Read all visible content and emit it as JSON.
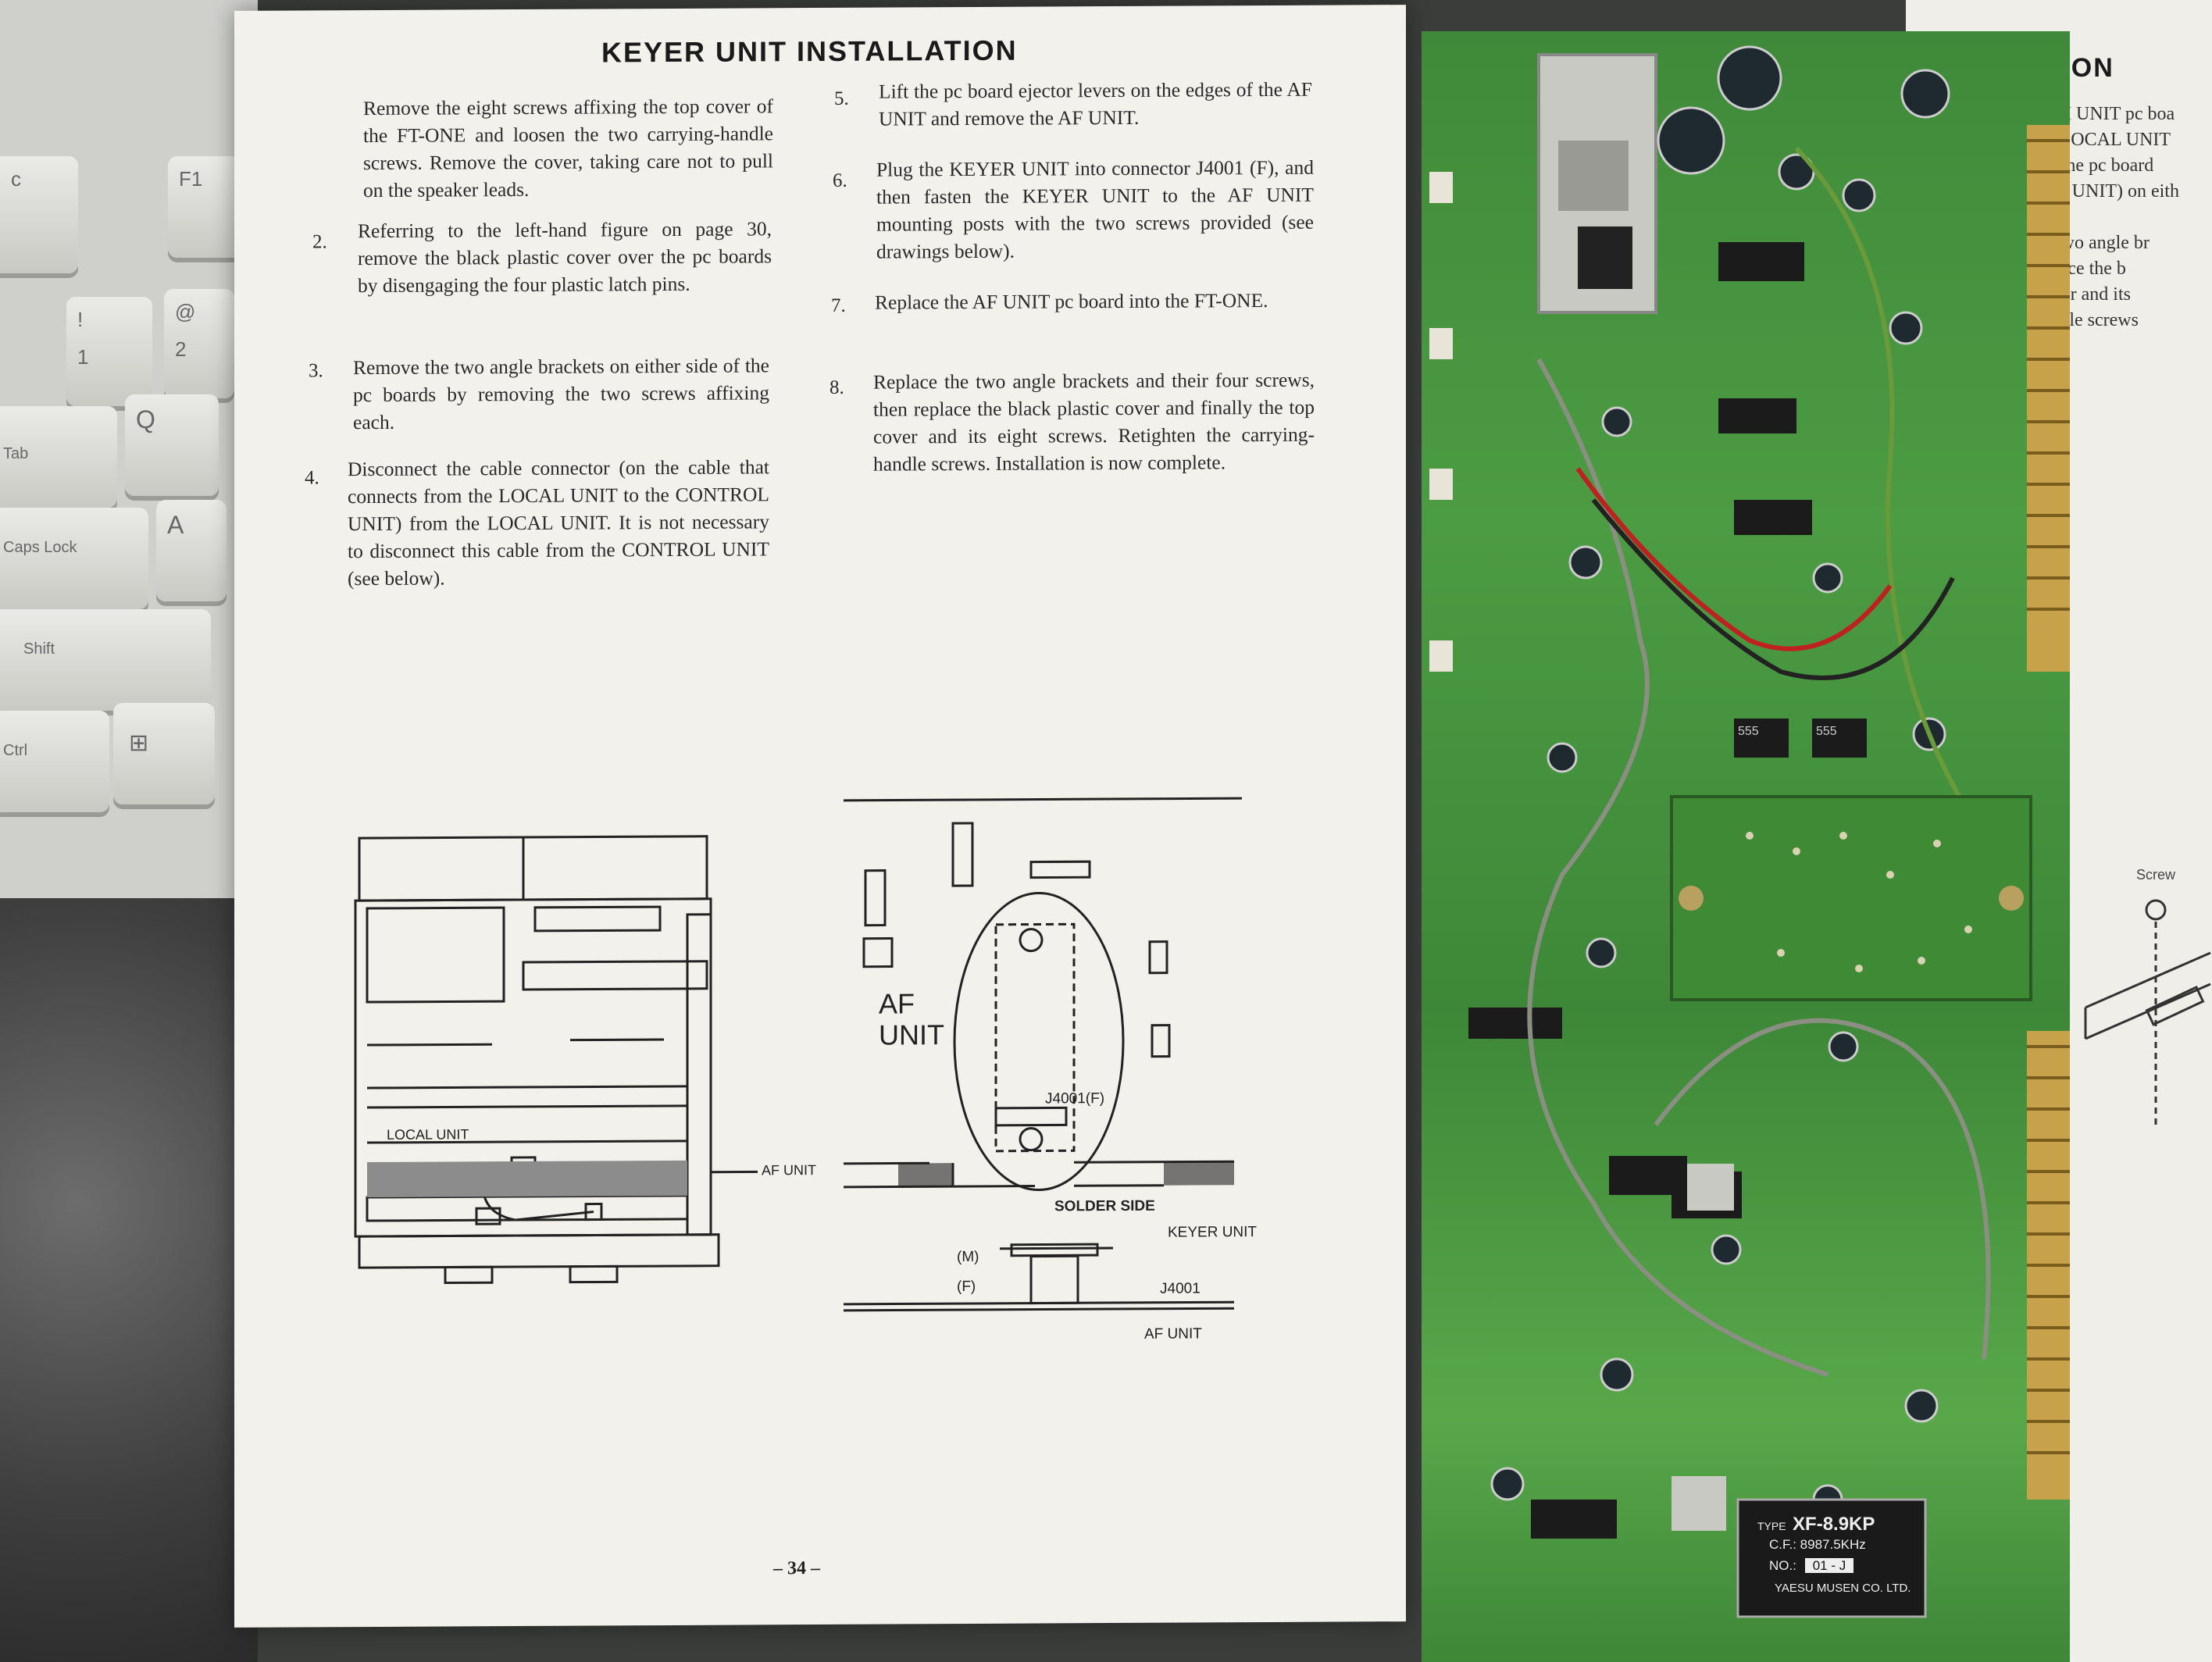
{
  "manual": {
    "title": "KEYER UNIT INSTALLATION",
    "left_steps": [
      {
        "num": "",
        "text": "Remove the eight screws affixing the top cover of the FT-ONE and loosen the two carrying-handle screws. Remove the cover, taking care not to pull on the speaker leads."
      },
      {
        "num": "2.",
        "text": "Referring to the left-hand figure on page 30, remove the black plastic cover over the pc boards by disengaging the four plastic latch pins."
      },
      {
        "num": "3.",
        "text": "Remove the two angle brackets on either side of the pc boards by removing the two screws affixing each."
      },
      {
        "num": "4.",
        "text": "Disconnect the cable connector (on the cable that connects from the LOCAL UNIT to the CONTROL UNIT) from the LOCAL UNIT. It is not necessary to disconnect this cable from the CONTROL UNIT (see below)."
      }
    ],
    "right_steps": [
      {
        "num": "5.",
        "text": "Lift the pc board ejector levers on the edges of the AF UNIT and remove the AF UNIT."
      },
      {
        "num": "6.",
        "text": "Plug the KEYER UNIT into connector J4001 (F), and then fasten the KEYER UNIT to the AF UNIT mounting posts with the two screws provided (see drawings below)."
      },
      {
        "num": "7.",
        "text": "Replace the AF UNIT pc board into the FT-ONE."
      },
      {
        "num": "8.",
        "text": "Replace the two angle brackets and their four screws, then replace the black plastic cover and finally the top cover and its eight screws. Retighten the carrying-handle screws. Installation is now complete."
      }
    ],
    "page_number": "– 34 –"
  },
  "diagram_left": {
    "local_unit_label": "LOCAL UNIT",
    "af_unit_label": "AF UNIT"
  },
  "diagram_right": {
    "af_unit_label_1": "AF",
    "af_unit_label_2": "UNIT",
    "connector_label": "J4001(F)",
    "solder_side": "SOLDER SIDE",
    "keyer_unit": "KEYER UNIT",
    "m_label": "(M)",
    "f_label": "(F)",
    "j4001": "J4001",
    "af_unit_bottom": "AF UNIT"
  },
  "right_page": {
    "title": "LLATION",
    "lines": [
      "all the FM UNIT pc boa",
      "at of the LOCAL UNIT",
      "ews into the pc board",
      "th the FM UNIT) on eith",
      "lace the two angle br",
      "then replace the b",
      "e top cover and its",
      "ying-handle screws"
    ],
    "screw_label": "Screw"
  },
  "keyboard": {
    "keys": [
      "F1",
      "@",
      "2",
      "!",
      "1",
      "Q",
      "Tab",
      "A",
      "Caps Lock",
      "Shift",
      "Ctrl",
      "c"
    ]
  },
  "filter": {
    "type_label": "TYPE",
    "model": "XF-8.9KP",
    "cf": "C.F.: 8987.5KHz",
    "no_label": "NO.:",
    "no_value": "01 - J",
    "maker": "YAESU MUSEN CO. LTD."
  },
  "chip_labels": [
    "555",
    "555"
  ],
  "colors": {
    "paper": "#f2f1ec",
    "pcb_green": "#4c9c43",
    "ink": "#2a2a2a"
  }
}
